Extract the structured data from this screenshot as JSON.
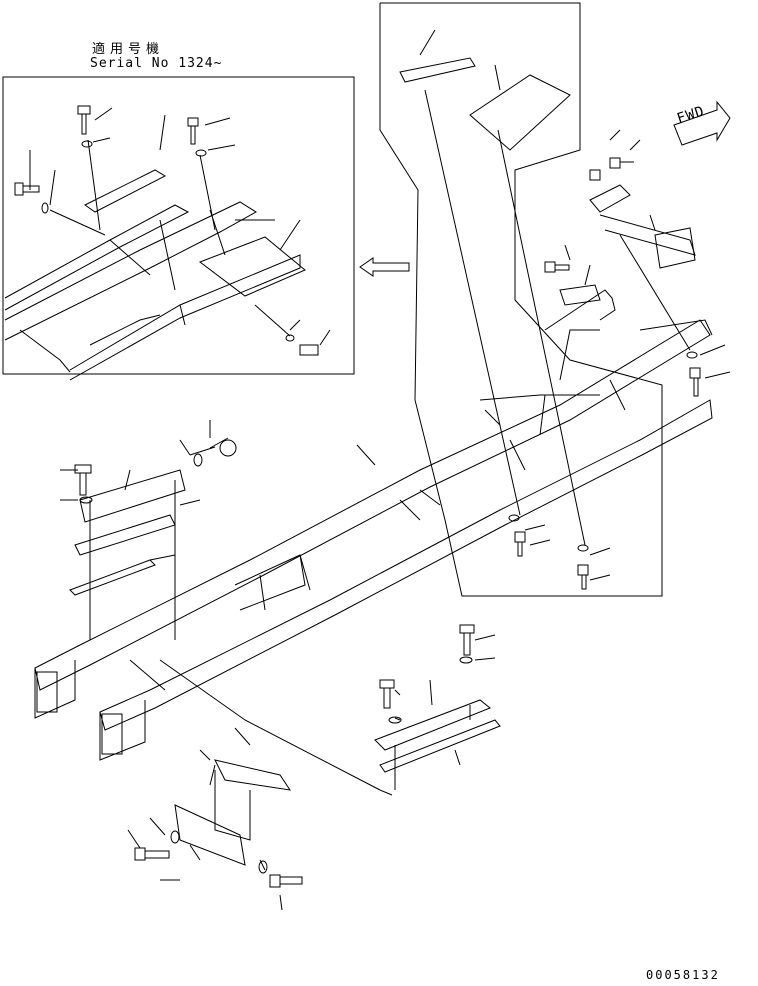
{
  "inset": {
    "applicable_label": "適用号機",
    "serial_label": "Serial No 1324~"
  },
  "direction": {
    "label": "FWD"
  },
  "drawing_number": "00058132",
  "colors": {
    "line": "#000000",
    "background": "#ffffff"
  }
}
